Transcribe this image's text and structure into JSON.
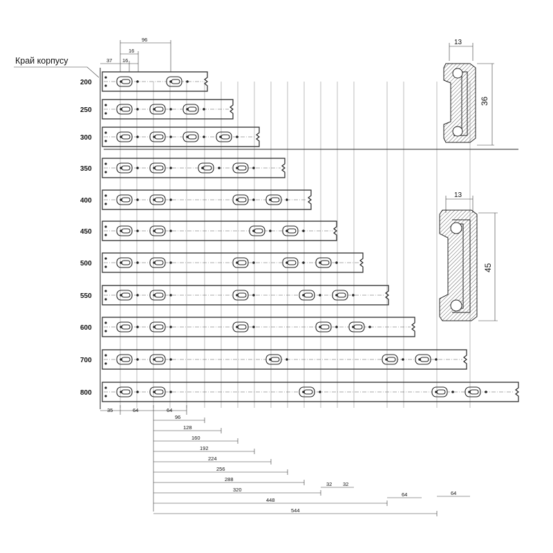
{
  "edge_label": "Край корпусу",
  "lengths": [
    "200",
    "250",
    "300",
    "350",
    "400",
    "450",
    "500",
    "550",
    "600",
    "700",
    "800"
  ],
  "top_dims": {
    "d96": "96",
    "d37": "37",
    "d16a": "16",
    "d16b": "16"
  },
  "left_dims": {
    "d35": "35",
    "d64a": "64",
    "d64b": "64"
  },
  "chain_dims": [
    "96",
    "128",
    "160",
    "192",
    "224",
    "256",
    "288",
    "320",
    "448",
    "544"
  ],
  "pitch_dims": [
    "32",
    "32",
    "64",
    "64"
  ],
  "profile_small": {
    "width": "13",
    "height": "36"
  },
  "profile_large": {
    "width": "13",
    "height": "45"
  }
}
